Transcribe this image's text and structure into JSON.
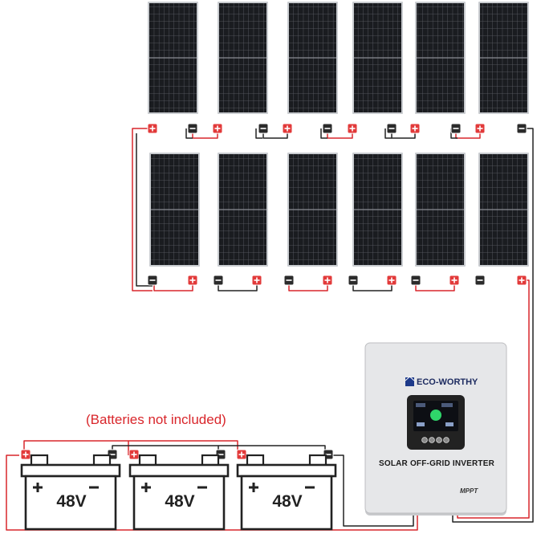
{
  "diagram": {
    "note": "(Batteries not included)",
    "colors": {
      "positive_wire": "#d9262b",
      "negative_wire": "#222222",
      "panel_cell": "#1a1c20",
      "panel_frame": "#c9ccd0",
      "inverter_body": "#e6e7e9",
      "screen_bezel": "#222222",
      "screen_accent": "#2fd66a"
    },
    "panel_rows": [
      {
        "row": "top",
        "count": 6
      },
      {
        "row": "bottom",
        "count": 6
      }
    ],
    "batteries": [
      {
        "label": "48V"
      },
      {
        "label": "48V"
      },
      {
        "label": "48V"
      }
    ],
    "inverter": {
      "brand": "ECO-WORTHY",
      "title": "SOLAR OFF-GRID INVERTER",
      "badge": "MPPT"
    },
    "icons": {
      "positive": "plus-icon",
      "negative": "minus-icon",
      "brand_logo": "solar-house-icon"
    }
  }
}
